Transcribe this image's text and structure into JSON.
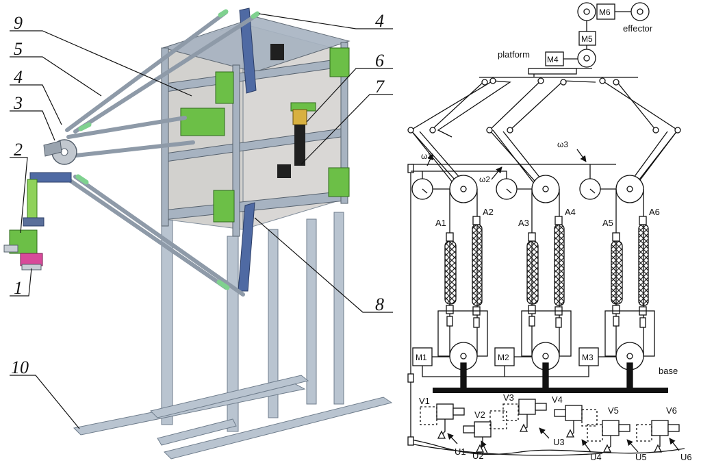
{
  "left_figure": {
    "callouts": [
      "9",
      "5",
      "4",
      "3",
      "2",
      "1",
      "10",
      "4",
      "6",
      "7",
      "8"
    ]
  },
  "right_figure": {
    "labels": {
      "effector": "effector",
      "platform": "platform",
      "base": "base"
    },
    "motors": {
      "m6": "M6",
      "m5": "M5",
      "m4": "M4",
      "m1": "M1",
      "m2": "M2",
      "m3": "M3"
    },
    "encoders": {
      "w1": "ω1",
      "w2": "ω2",
      "w3": "ω3"
    },
    "actuators": [
      "A1",
      "A2",
      "A3",
      "A4",
      "A5",
      "A6"
    ],
    "valves": [
      "V1",
      "V2",
      "V3",
      "V4",
      "V5",
      "V6"
    ],
    "signals": [
      "U1",
      "U2",
      "U3",
      "U4",
      "U5",
      "U6"
    ]
  },
  "colors": {
    "frame": "#a7b3c1",
    "frame_dark": "#6f7d8c",
    "arm": "#4f6aa3",
    "panel": "#c9c8c6",
    "green": "#6cbf47",
    "pink": "#d84a9a",
    "ink": "#111111"
  }
}
